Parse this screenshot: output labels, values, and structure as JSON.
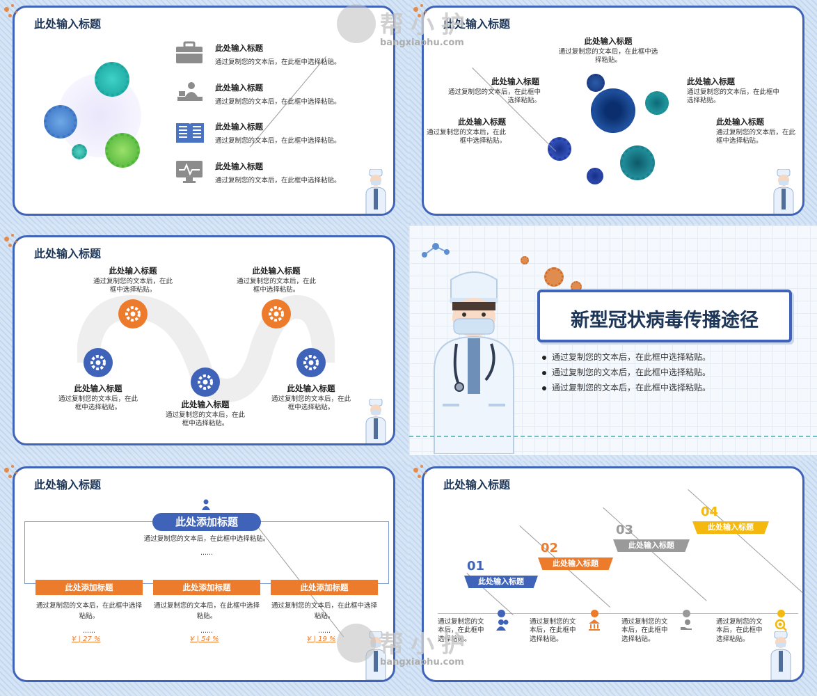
{
  "watermark": {
    "text": "帮小护",
    "url": "bangxiaohu.com"
  },
  "slide1": {
    "title": "此处输入标题",
    "items": [
      {
        "icon": "briefcase-icon",
        "heading": "此处输入标题",
        "text": "通过复制您的文本后，在此框中选择粘贴。"
      },
      {
        "icon": "desk-person-icon",
        "heading": "此处输入标题",
        "text": "通过复制您的文本后，在此框中选择粘贴。"
      },
      {
        "icon": "book-icon",
        "heading": "此处输入标题",
        "text": "通过复制您的文本后，在此框中选择粘贴。"
      },
      {
        "icon": "monitor-pulse-icon",
        "heading": "此处输入标题",
        "text": "通过复制您的文本后，在此框中选择粘贴。"
      }
    ]
  },
  "slide2": {
    "title": "此处输入标题",
    "items": [
      {
        "heading": "此处输入标题",
        "text": "通过复制您的文本后，在此框中选择粘贴。"
      },
      {
        "heading": "此处输入标题",
        "text": "通过复制您的文本后，在此框中选择粘贴。"
      },
      {
        "heading": "此处输入标题",
        "text": "通过复制您的文本后，在此框中选择粘贴。"
      },
      {
        "heading": "此处输入标题",
        "text": "通过复制您的文本后，在此框中选择粘贴。"
      },
      {
        "heading": "此处输入标题",
        "text": "通过复制您的文本后，在此框中选择粘贴。"
      }
    ]
  },
  "slide3": {
    "title": "此处输入标题",
    "items": [
      {
        "heading": "此处输入标题",
        "text": "通过复制您的文本后，在此框中选择粘贴。"
      },
      {
        "heading": "此处输入标题",
        "text": "通过复制您的文本后，在此框中选择粘贴。"
      },
      {
        "heading": "此处输入标题",
        "text": "通过复制您的文本后，在此框中选择粘贴。"
      },
      {
        "heading": "此处输入标题",
        "text": "通过复制您的文本后，在此框中选择粘贴。"
      },
      {
        "heading": "此处输入标题",
        "text": "通过复制您的文本后，在此框中选择粘贴。"
      }
    ]
  },
  "slide4": {
    "title": "新型冠状病毒传播途径",
    "bullets": [
      "通过复制您的文本后，在此框中选择粘贴。",
      "通过复制您的文本后，在此框中选择粘贴。",
      "通过复制您的文本后，在此框中选择粘贴。"
    ]
  },
  "slide5": {
    "title": "此处输入标题",
    "pill": "此处添加标题",
    "intro": "通过复制您的文本后，在此框中选择粘贴。",
    "ellipsis": "......",
    "columns": [
      {
        "label": "此处添加标题",
        "text": "通过复制您的文本后，在此框中选择粘贴。",
        "dots": "......",
        "value": "¥ | 27 %"
      },
      {
        "label": "此处添加标题",
        "text": "通过复制您的文本后，在此框中选择粘贴。",
        "dots": "......",
        "value": "¥ | 54 %"
      },
      {
        "label": "此处添加标题",
        "text": "通过复制您的文本后，在此框中选择粘贴。",
        "dots": "......",
        "value": "¥ | 19 %"
      }
    ]
  },
  "slide6": {
    "title": "此处输入标题",
    "steps": [
      {
        "num": "01",
        "label": "此处输入标题",
        "text": "通过复制您的文本后，在此框中选择粘贴。",
        "color": "#3f63b8"
      },
      {
        "num": "02",
        "label": "此处输入标题",
        "text": "通过复制您的文本后，在此框中选择粘贴。",
        "color": "#ec7b2c"
      },
      {
        "num": "03",
        "label": "此处输入标题",
        "text": "通过复制您的文本后，在此框中选择粘贴。",
        "color": "#9a9a9a"
      },
      {
        "num": "04",
        "label": "此处输入标题",
        "text": "通过复制您的文本后，在此框中选择粘贴。",
        "color": "#f5b80f"
      }
    ]
  }
}
